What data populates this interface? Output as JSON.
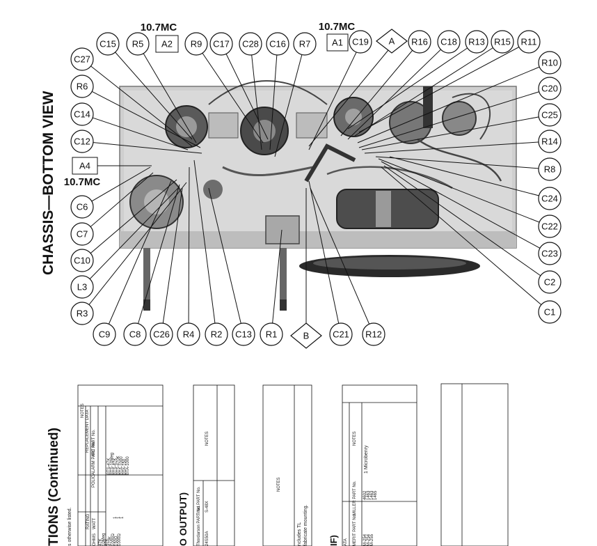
{
  "chassis_title": "CHASSIS—BOTTOM VIEW",
  "freq_labels": {
    "a2": "10.7MC",
    "a1": "10.7MC",
    "a4": "10.7MC"
  },
  "boxed": {
    "a2": "A2",
    "a1": "A1",
    "a4": "A4"
  },
  "diamonds": {
    "a": "A",
    "b": "B"
  },
  "callouts": {
    "C15": "C15",
    "R5": "R5",
    "R9": "R9",
    "C17": "C17",
    "C28": "C28",
    "C16": "C16",
    "R7": "R7",
    "C19": "C19",
    "R16": "R16",
    "C18": "C18",
    "R13": "R13",
    "R15": "R15",
    "R11": "R11",
    "C27": "C27",
    "R6": "R6",
    "C14": "C14",
    "C12": "C12",
    "C6": "C6",
    "C7": "C7",
    "C10": "C10",
    "L3": "L3",
    "R3": "R3",
    "R10": "R10",
    "C20": "C20",
    "C25": "C25",
    "R14": "R14",
    "R8": "R8",
    "C24": "C24",
    "C22": "C22",
    "C23": "C23",
    "C2": "C2",
    "C1": "C1",
    "C9": "C9",
    "C8": "C8",
    "C26": "C26",
    "R4": "R4",
    "R2": "R2",
    "C13": "C13",
    "R1": "R1",
    "C21": "C21",
    "R12": "R12"
  },
  "lower": {
    "heading": "TIONS (Continued)",
    "note_line": "s otherwise listed.",
    "resistor_table": {
      "rating": "RATING",
      "ohms": "OHMS",
      "watt": "WATT",
      "replacement_data": "REPLACEMENT DATA",
      "polycalarm": "POLICALARM PART No.",
      "irc": "IRC PART No.",
      "notes": "NOTES",
      "ohms_vals": [
        "47K",
        "10Meg",
        "47K",
        "470K",
        "1000Ω",
        "150Ω",
        "1000Ω"
      ],
      "watt_vals": [
        "1",
        "1",
        "1"
      ],
      "irc_vals": [
        "BTS-47K",
        "BTS-10Meg",
        "BTS-47K",
        "BTS-470K",
        "BTA-1000",
        "BTA-150",
        "BTA-1000"
      ]
    },
    "output_title": "O OUTPUT)",
    "output_table": {
      "thordarson": "Thordarson PART No.",
      "triad": "Triad PART No.",
      "notes": "NOTES",
      "thor_val": "24S50A",
      "triad_val": "S-48X"
    },
    "mid_table": {
      "notes": "NOTES",
      "text1": "ncludes TL",
      "text2": "fabricate mounting."
    },
    "if_title": "IF)",
    "if_table": {
      "data": "ATA",
      "merit": "MERIT PART No.",
      "miller": "MILLER PART No.",
      "notes": "NOTES",
      "merit_vals": [
        "M-254",
        "M-254",
        "M-255"
      ],
      "miller_vals": [
        "4602",
        "1463",
        "1463",
        "1465"
      ],
      "note_val": "1 Microbenry"
    }
  }
}
